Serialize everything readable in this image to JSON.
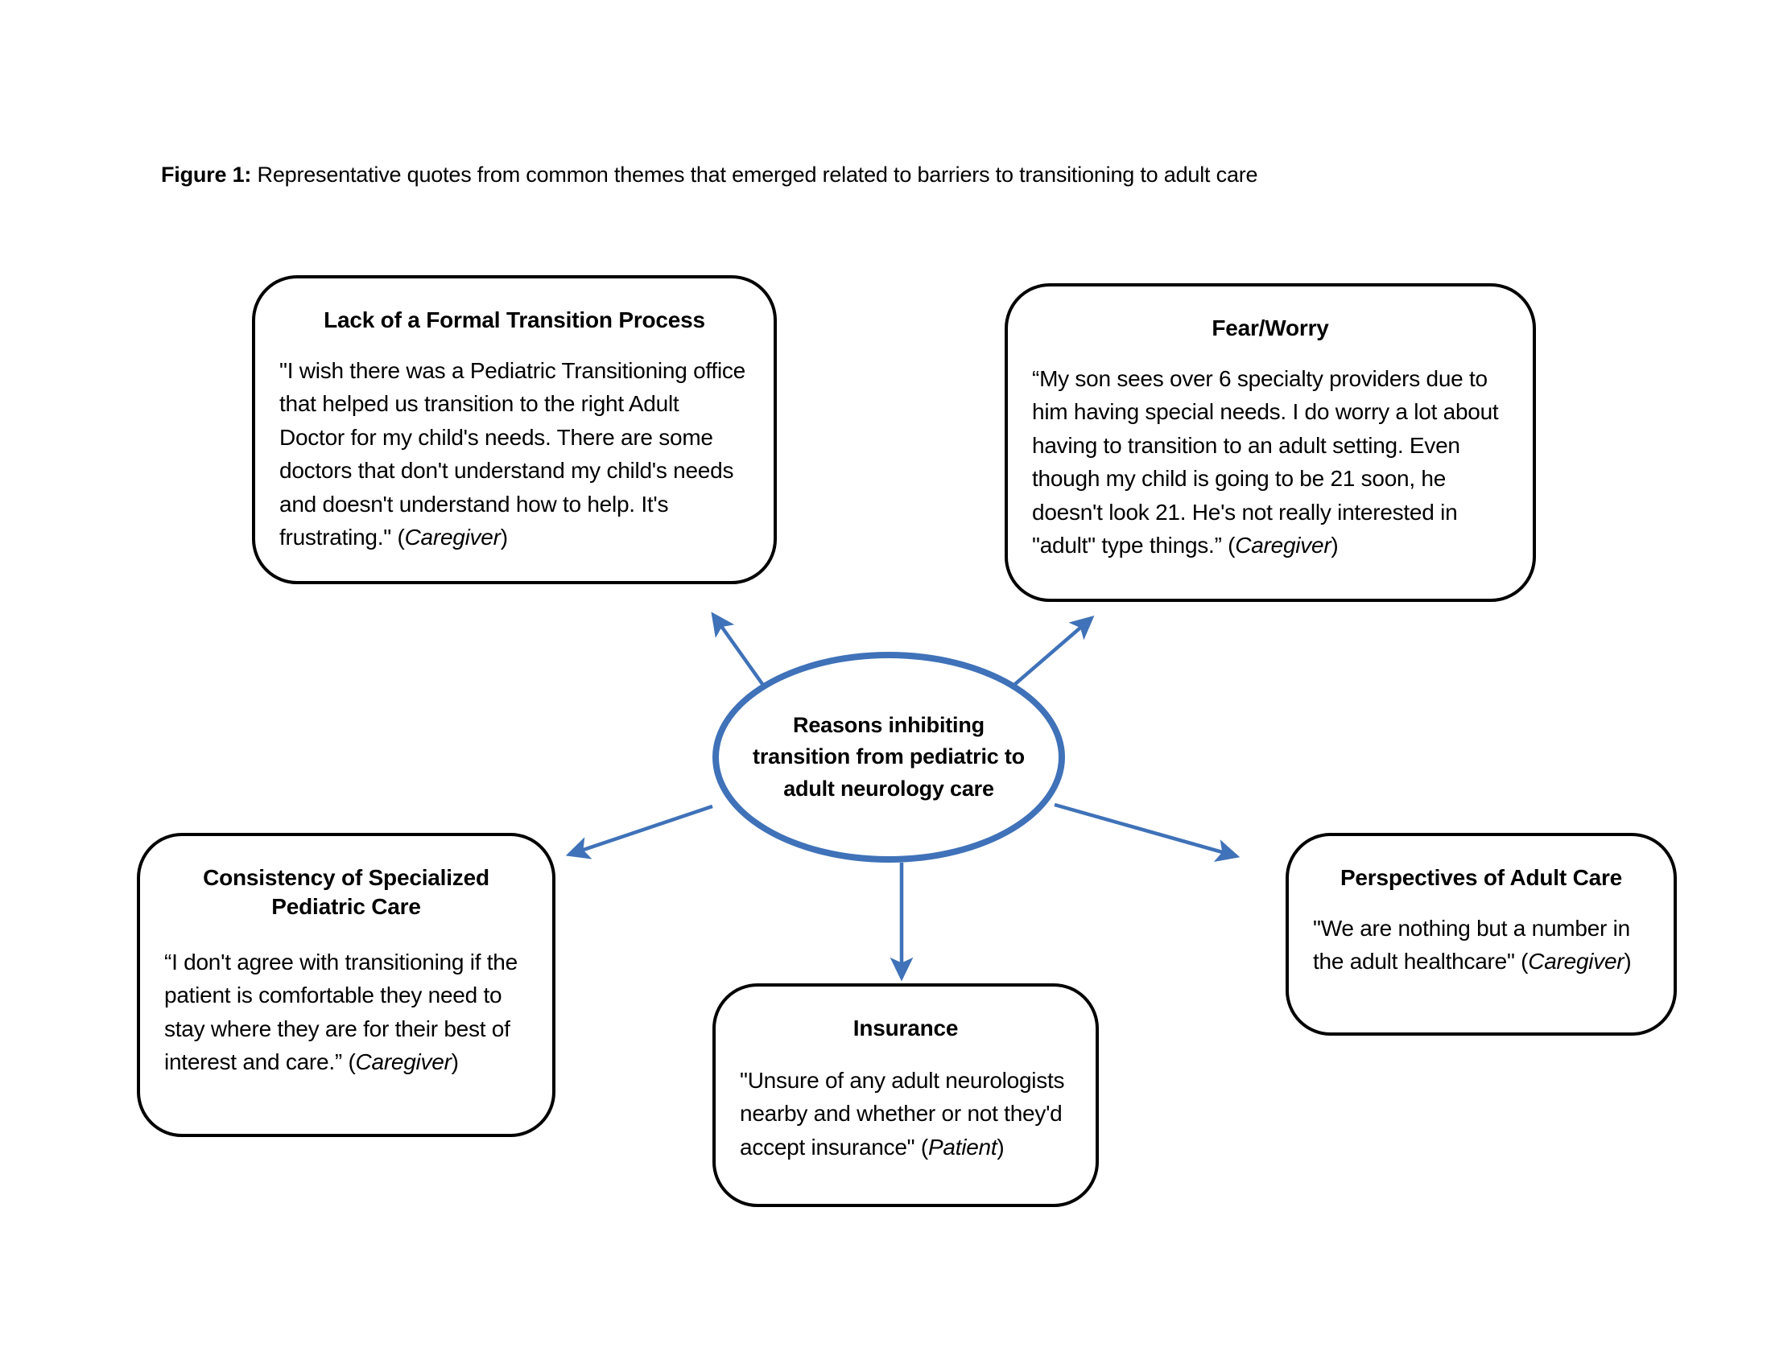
{
  "figure": {
    "label": "Figure 1:",
    "caption": " Representative quotes from common themes that emerged related to barriers to transitioning to adult care"
  },
  "center": {
    "text": "Reasons inhibiting transition from pediatric to adult neurology care",
    "shape": "ellipse",
    "border_color": "#3F72B8"
  },
  "colors": {
    "arrow": "#3F72B8",
    "box_border": "#000000",
    "text": "#000000",
    "background": "#FFFFFF"
  },
  "themes": [
    {
      "id": "lack-of-formal-transition-process",
      "title": "Lack of a Formal Transition Process",
      "quote": "\"I wish there was a Pediatric Transitioning office that helped us transition to the right Adult Doctor for my child's needs. There are some doctors that don't understand my child's needs and doesn't understand how to help. It's frustrating.\" (",
      "attribution": "Caregiver",
      "quote_tail": ")"
    },
    {
      "id": "fear-worry",
      "title": "Fear/Worry",
      "quote": "“My son sees over 6 specialty providers due to him having special needs. I do worry a lot about having to transition to an adult setting. Even though my child is going to be 21 soon, he doesn't look 21. He's not really interested in \"adult\" type things.” (",
      "attribution": "Caregiver",
      "quote_tail": ")"
    },
    {
      "id": "consistency-of-specialized-pediatric-care",
      "title": "Consistency of Specialized Pediatric Care",
      "quote": "“I don't agree with transitioning if the patient is comfortable they need to stay where they are for their best of interest and care.” (",
      "attribution": "Caregiver",
      "quote_tail": ")"
    },
    {
      "id": "insurance",
      "title": "Insurance",
      "quote": "\"Unsure of any adult neurologists nearby and whether or not they'd accept insurance\" (",
      "attribution": "Patient",
      "quote_tail": ")"
    },
    {
      "id": "perspectives-of-adult-care",
      "title": "Perspectives of Adult Care",
      "quote": "\"We are nothing but a number in the adult healthcare\" (",
      "attribution": "Caregiver",
      "quote_tail": ")"
    }
  ]
}
